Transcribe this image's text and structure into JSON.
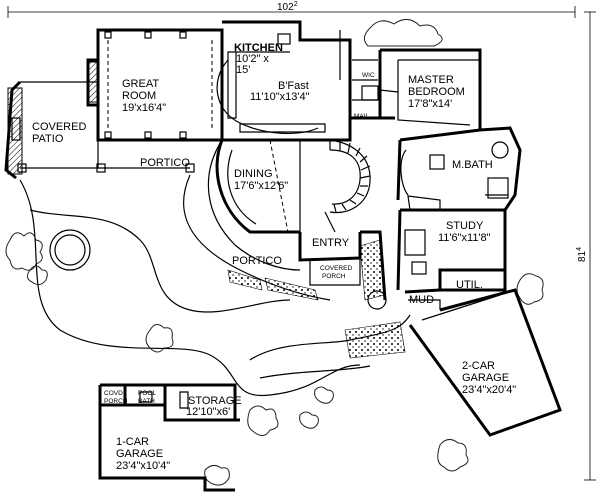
{
  "dimensions": {
    "width": "102",
    "width_sup": "2",
    "depth": "81",
    "depth_sup": "4"
  },
  "rooms": {
    "kitchen": {
      "name": "KITCHEN",
      "size1": "10'2\" x",
      "size2": "15'"
    },
    "great_room": {
      "name1": "GREAT",
      "name2": "ROOM",
      "size": "19'x16'4\""
    },
    "bfast": {
      "name": "B'Fast",
      "size": "11'10\"x13'4\""
    },
    "wic": {
      "name": "WIC"
    },
    "master": {
      "name1": "MASTER",
      "name2": "BEDROOM",
      "size": "17'8\"x14'"
    },
    "mail": {
      "name": "MAIL"
    },
    "covered_patio": {
      "name1": "COVERED",
      "name2": "PATIO"
    },
    "portico_top": {
      "name": "PORTICO"
    },
    "dining": {
      "name": "DINING",
      "size": "17'6\"x12'6\""
    },
    "mbath": {
      "name": "M.BATH"
    },
    "study": {
      "name": "STUDY",
      "size": "11'6\"x11'8\""
    },
    "entry": {
      "name": "ENTRY"
    },
    "portico_bottom": {
      "name": "PORTICO"
    },
    "covered_porch": {
      "name1": "COVERED",
      "name2": "PORCH"
    },
    "util": {
      "name": "UTIL."
    },
    "mud": {
      "name": "MUD"
    },
    "garage2": {
      "name": "2-CAR",
      "name2": "GARAGE",
      "size": "23'4\"x20'4\""
    },
    "covd_porch": {
      "name1": "COVD",
      "name2": "PORCH"
    },
    "pool_bath": {
      "name1": "POOL",
      "name2": "BATH"
    },
    "storage": {
      "name": "STORAGE",
      "size": "12'10\"x6'"
    },
    "garage1": {
      "name": "1-CAR",
      "name2": "GARAGE",
      "size": "23'4\"x10'4\""
    }
  }
}
